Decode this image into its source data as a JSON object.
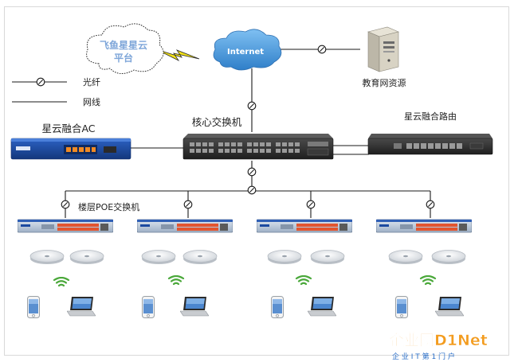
{
  "cloud_platform_label": [
    "飞鱼星星云",
    "平台"
  ],
  "internet_label": "Internet",
  "resource_server_label": "教育网资源",
  "legend": {
    "fiber_label": "光纤",
    "cable_label": "网线"
  },
  "core_switch_label": "核心交换机",
  "ac_label": "星云融合AC",
  "router_label": "星云融合路由",
  "floor_switch_label": "楼层POE交换机",
  "watermark": {
    "brand": "企业网D1Net",
    "slogan": "企 业 I T 第 1 门 户"
  },
  "colors": {
    "line": "#1a1a1a",
    "ac_blue": "#1c4aa0",
    "port_orange": "#f08a24",
    "wifi_green": "#4aa83a",
    "internet_blue": "#3d8fd6",
    "watermark_orange": "#f39c1f",
    "watermark_blue": "#2a6fc9"
  }
}
